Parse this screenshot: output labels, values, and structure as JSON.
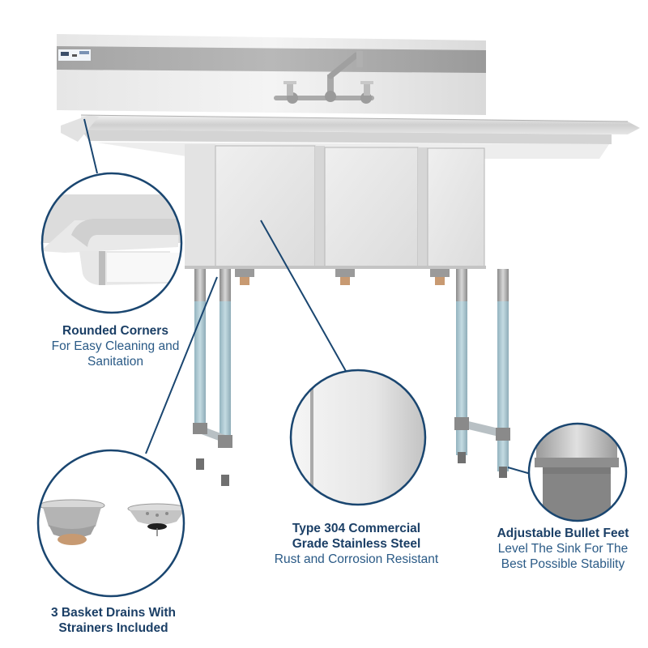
{
  "product": {
    "subject": "3-compartment stainless steel commercial sink with two drainboards, backsplash and wall-mount faucet"
  },
  "colors": {
    "heading": "#1b3f66",
    "body_text": "#2a5a86",
    "callout_line": "#1a4670",
    "steel_light": "#ececec",
    "steel_mid": "#c8c8c8",
    "steel_dark": "#8e8e8e",
    "leg_blue": "#a9c6d0",
    "foot_gray": "#7a7a7a",
    "brass": "#c89a72"
  },
  "features": [
    {
      "id": "rounded-corners",
      "title": "Rounded Corners",
      "description_lines": [
        "For Easy Cleaning and",
        "Sanitation"
      ],
      "icon": "rounded-corner-detail-icon"
    },
    {
      "id": "stainless-steel",
      "title_lines": [
        "Type 304 Commercial",
        "Grade Stainless Steel"
      ],
      "description": "Rust and Corrosion Resistant",
      "icon": "steel-surface-detail-icon"
    },
    {
      "id": "bullet-feet",
      "title": "Adjustable Bullet Feet",
      "description_lines": [
        "Level The Sink For The",
        "Best Possible Stability"
      ],
      "icon": "bullet-foot-detail-icon"
    },
    {
      "id": "basket-drains",
      "title_lines": [
        "3 Basket Drains With",
        "Strainers Included"
      ],
      "icon": "basket-drain-detail-icon"
    }
  ]
}
